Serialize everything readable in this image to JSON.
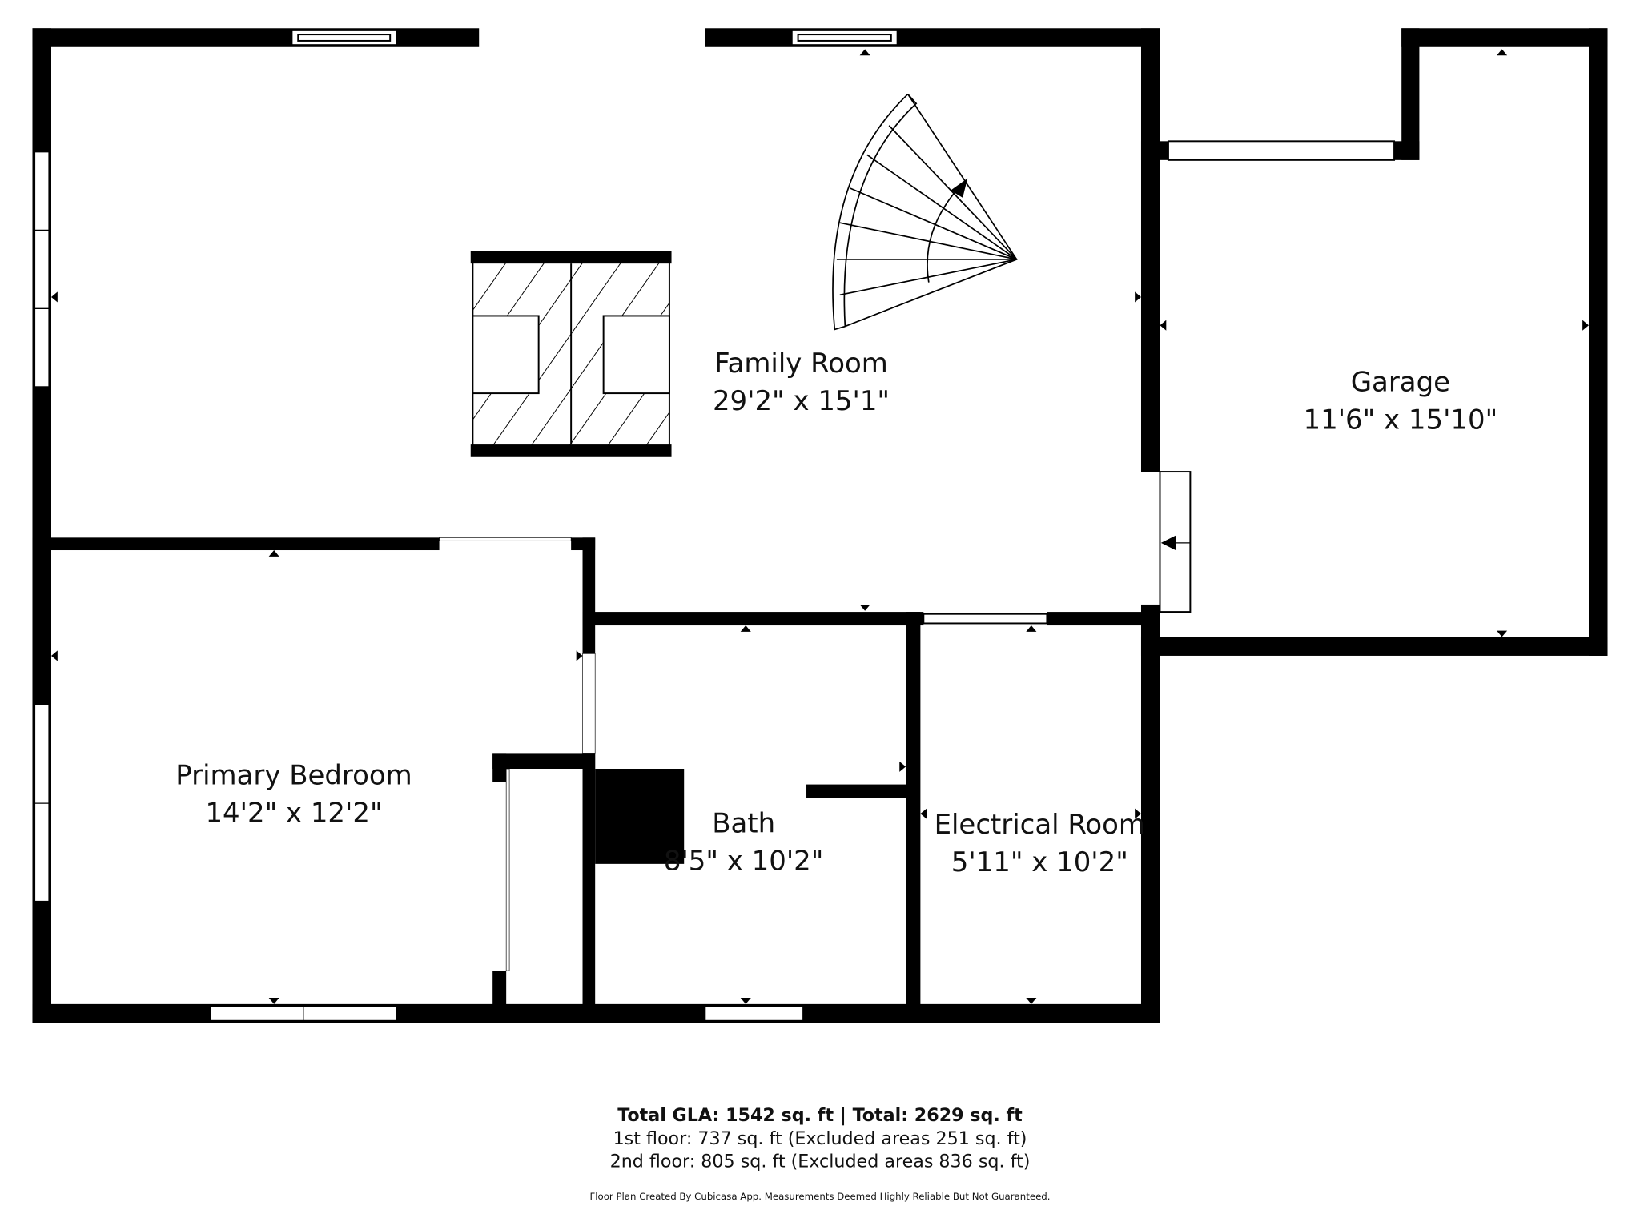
{
  "rooms": [
    {
      "name": "Family Room",
      "size": "29'2\" x 15'1\""
    },
    {
      "name": "Garage",
      "size": "11'6\" x 15'10\""
    },
    {
      "name": "Primary Bedroom",
      "size": "14'2\" x 12'2\""
    },
    {
      "name": "Bath",
      "size": "8'5\" x 10'2\""
    },
    {
      "name": "Electrical Room",
      "size": "5'11\" x 10'2\""
    }
  ],
  "footer": {
    "totals": "Total GLA: 1542 sq. ft | Total: 2629 sq. ft",
    "floor1": "1st floor: 737 sq. ft (Excluded areas 251 sq. ft)",
    "floor2": "2nd floor: 805 sq. ft (Excluded areas 836 sq. ft)",
    "credit": "Floor Plan Created By Cubicasa App. Measurements Deemed Highly Reliable But Not Guaranteed."
  }
}
